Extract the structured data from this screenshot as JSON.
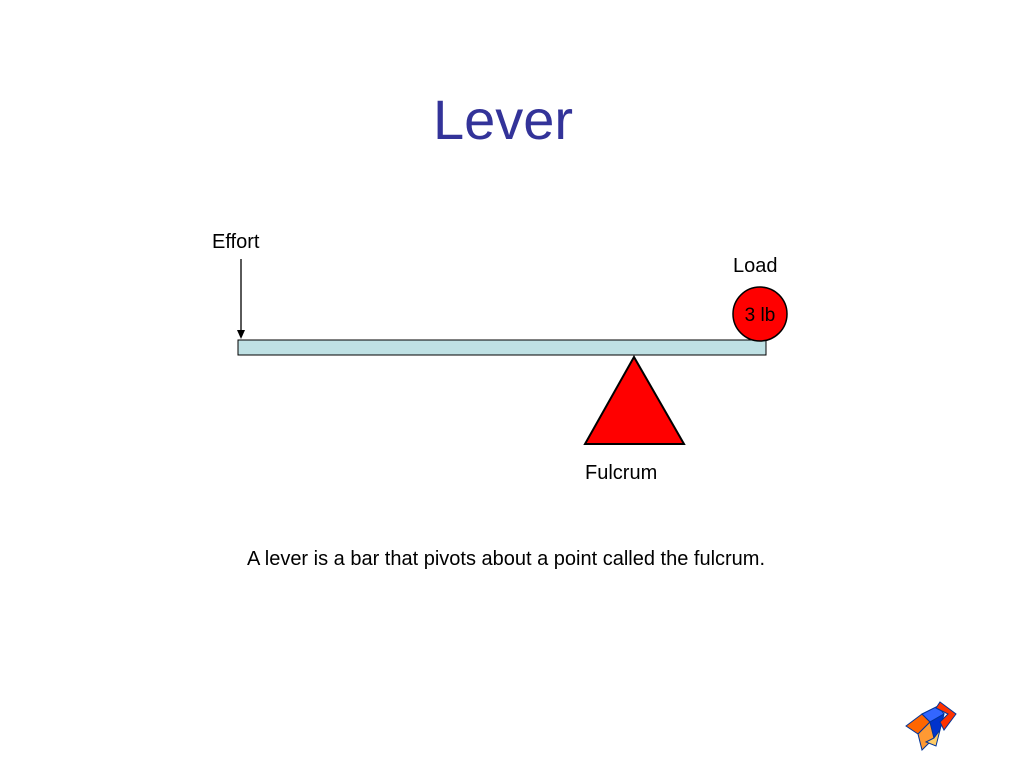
{
  "slide": {
    "title": "Lever",
    "caption": "A lever is a bar that pivots about a point called the fulcrum."
  },
  "diagram": {
    "effort_label": "Effort",
    "load_label": "Load",
    "load_weight": "3 lb",
    "fulcrum_label": "Fulcrum",
    "colors": {
      "title": "#333399",
      "beam_fill": "#bfe1e4",
      "load_fill": "#ff0000",
      "fulcrum_fill": "#ff0000",
      "outline": "#000000"
    }
  },
  "navigation": {
    "icon": "next-slide-arrow-icon"
  }
}
